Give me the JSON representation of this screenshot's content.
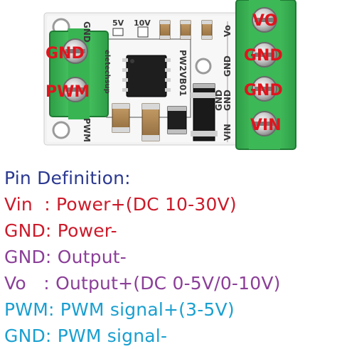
{
  "photo": {
    "board_silk": {
      "gnd_left": "GND",
      "pwm_left": "PWM",
      "v5": "5V",
      "v10": "10V",
      "vo": "Vo",
      "gnd_right_1": "GND",
      "gnd_right_2": "GND",
      "vin": "VIN",
      "gnd_inner": "GND",
      "model": "PW2VB01",
      "brand": "eletechsup"
    },
    "overlay_labels": {
      "left_top": "GND",
      "left_bottom": "PWM",
      "right_1": "VO",
      "right_2": "GND",
      "right_3": "GND",
      "right_4": "VIN"
    },
    "colors": {
      "overlay_text": "#e0141d",
      "terminal_green": "#3fbf5a",
      "pcb_white": "#f4f4f4"
    }
  },
  "pin_definition": {
    "heading": "Pin Definition:",
    "rows": [
      {
        "text": "Vin  : Power+(DC 10-30V)",
        "color": "#cc1a2a"
      },
      {
        "text": "GND: Power-",
        "color": "#cc1a2a"
      },
      {
        "text": "GND: Output-",
        "color": "#8b3f98"
      },
      {
        "text": "Vo   : Output+(DC 0-5V/0-10V)",
        "color": "#8b3f98"
      },
      {
        "text": "PWM: PWM signal+(3-5V)",
        "color": "#1a9fd0"
      },
      {
        "text": "GND: PWM signal-",
        "color": "#1a9fd0"
      }
    ]
  }
}
